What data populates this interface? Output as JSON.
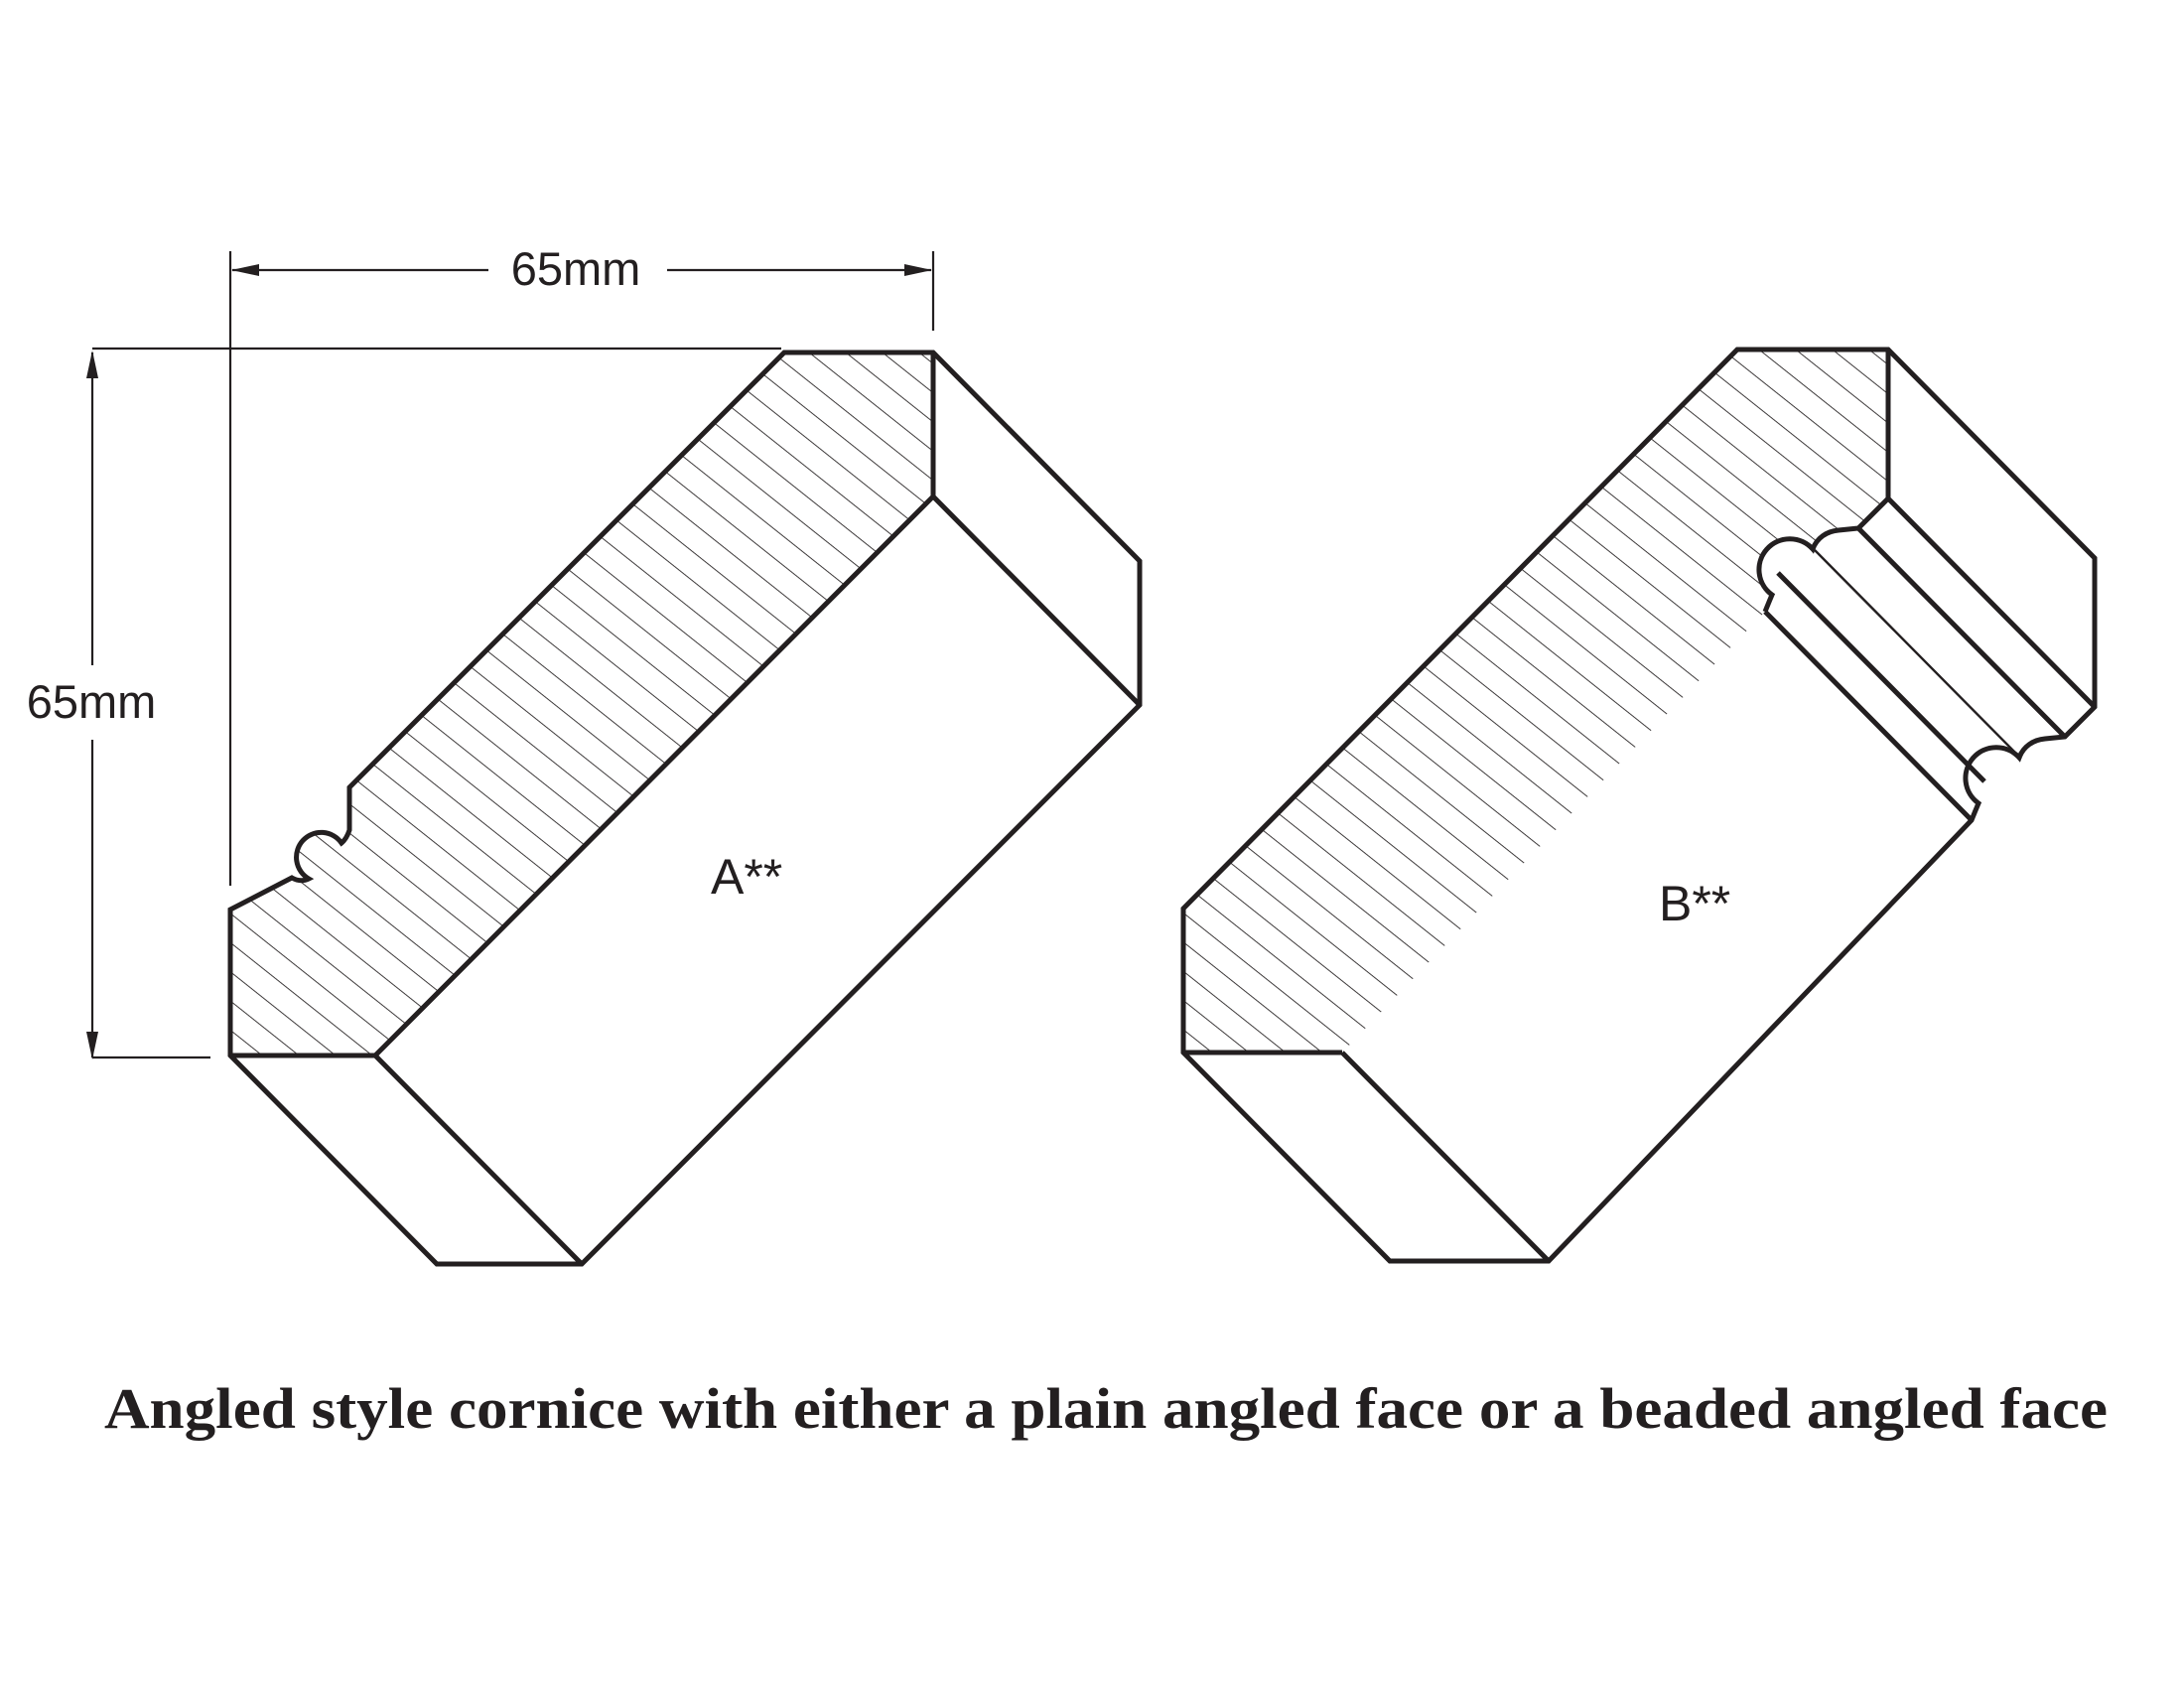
{
  "diagram": {
    "width_dim": "65mm",
    "height_dim": "65mm",
    "shape_a": {
      "label": "A**"
    },
    "shape_b": {
      "label": "B**"
    },
    "caption": "Angled style cornice with either a plain angled face or a beaded angled face",
    "colors": {
      "ink": "#231f20",
      "paper": "#ffffff"
    }
  }
}
